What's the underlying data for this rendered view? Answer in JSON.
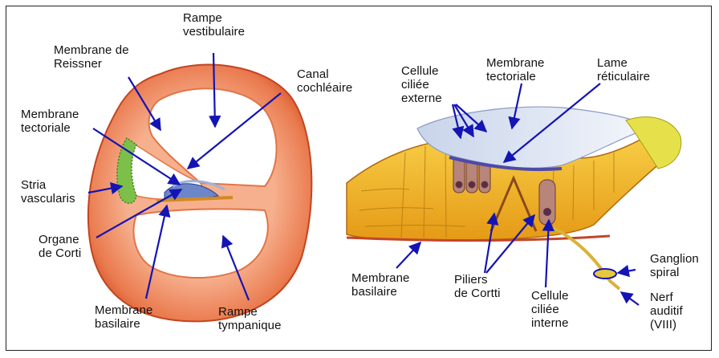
{
  "labels": {
    "rampe_vestibulaire": "Rampe\nvestibulaire",
    "membrane_reissner": "Membrane de\nReissner",
    "canal_cochleaire": "Canal\ncochléaire",
    "membrane_tectoriale_left": "Membrane\ntectoriale",
    "stria_vascularis": "Stria\nvascularis",
    "organe_corti": "Organe\nde Corti",
    "membrane_basilaire_left": "Membrane\nbasilaire",
    "rampe_tympanique": "Rampe\ntympanique",
    "cellule_ciliee_externe": "Cellule\nciliée\nexterne",
    "membrane_tectoriale_right": "Membrane\ntectoriale",
    "lame_reticulaire": "Lame\nréticulaire",
    "membrane_basilaire_right": "Membrane\nbasilaire",
    "piliers_corti": "Piliers\nde Cortti",
    "cellule_ciliee_interne": "Cellule\nciliée\ninterne",
    "ganglion_spiral": "Ganglion\nspiral",
    "nerf_auditif": "Nerf\nauditif\n(VIII)"
  },
  "colors": {
    "arrow": "#1414b4",
    "bone_outer": "#e3623a",
    "bone_inner": "#f4a07a",
    "stria": "#7cc04a",
    "organ_yellow": "#f2b21c",
    "tectorial": "#dfe6f2"
  }
}
